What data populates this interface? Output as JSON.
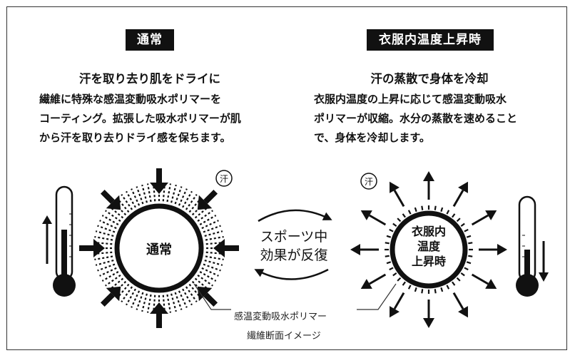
{
  "left": {
    "tag": "通常",
    "subtitle": "汗を取り去り肌をドライに",
    "body": [
      "繊維に特殊な感温変動吸水ポリマーを",
      "コーティング。拡張した吸水ポリマーが肌",
      "から汗を取り去りドライ感を保ちます。"
    ],
    "circle_label": "通常",
    "sweat_mark": "汗"
  },
  "right": {
    "tag": "衣服内温度上昇時",
    "subtitle": "汗の蒸散で身体を冷却",
    "body": [
      "衣服内温度の上昇に応じて感温変動吸水",
      "ポリマーが収縮。水分の蒸散を速めること",
      "で、身体を冷却します。"
    ],
    "circle_label": [
      "衣服内",
      "温度",
      "上昇時"
    ],
    "sweat_mark": "汗"
  },
  "center": {
    "lines": [
      "スポーツ中",
      "効果が反復"
    ]
  },
  "captions": {
    "polymer": "感温変動吸水ポリマー",
    "fiber": "繊維断面イメージ"
  },
  "colors": {
    "ink": "#111111",
    "frame": "#333333",
    "background": "#ffffff"
  },
  "icons": [
    "thermometer-rising-icon",
    "thermometer-falling-icon",
    "arrow-in-icon",
    "arrow-out-icon",
    "cycle-arrows-icon"
  ]
}
